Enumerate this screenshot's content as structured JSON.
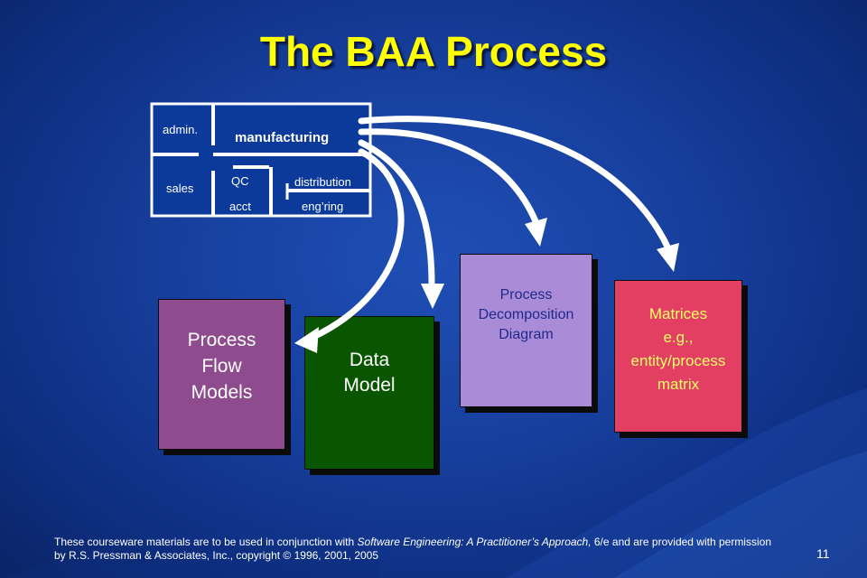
{
  "slide": {
    "title": "The BAA Process",
    "page_number": "11"
  },
  "org_chart": {
    "admin": "admin.",
    "manufacturing": "manufacturing",
    "sales": "sales",
    "qc": "QC",
    "distribution": "distribution",
    "acct": "acct",
    "engring": "eng’ring"
  },
  "boxes": [
    {
      "label": "Process\nFlow\nModels",
      "color": "#8e4b8d"
    },
    {
      "label": "Data\nModel",
      "color": "#0a5500"
    },
    {
      "label": "Process\nDecomposition\nDiagram",
      "color": "#a98bd8"
    },
    {
      "label": "Matrices\ne.g.,\nentity/process\nmatrix",
      "color": "#e23f63"
    }
  ],
  "footer": {
    "part1": "These courseware materials are to be used in conjunction with ",
    "book": "Software Engineering: A Practitioner’s Approach,",
    "part2": " 6/e and are provided with permission by R.S. Pressman & Associates, Inc., copyright © 1996, 2001, 2005"
  },
  "colors": {
    "title": "#ffff00",
    "background": "#17409f",
    "arrows": "#ffffff"
  }
}
